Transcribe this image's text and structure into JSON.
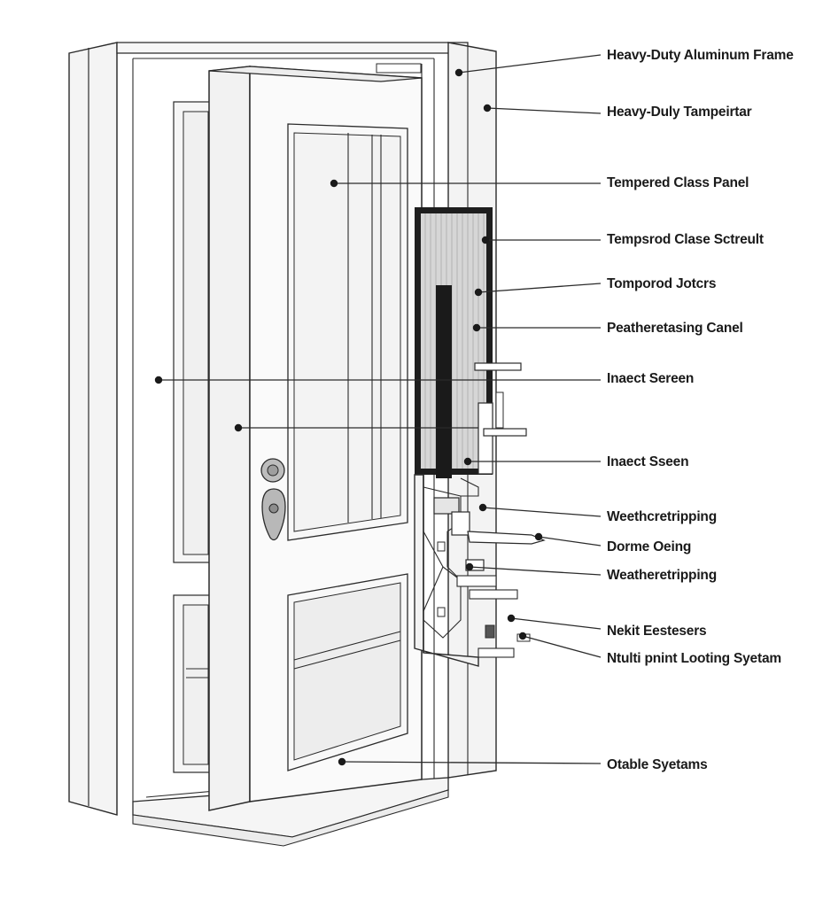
{
  "labels": [
    "Heavy-Duty Aluminum Frame",
    "Heavy-Duly Tampeirtar",
    "Tempered Class Panel",
    "Tempsrod Clase Sctreult",
    "Tomporod Jotcrs",
    "Peatheretasing Canel",
    "Inaect Sereen",
    "Inaect Sseen",
    "Weethcretripping",
    "Dorme Oeing",
    "Weatheretripping",
    "Nekit Eestesers",
    "Ntulti pnint Looting Syetam",
    "Otable Syetams"
  ],
  "colors": {
    "line": "#2b2b2b",
    "frame_fill": "#f7f7f7",
    "glass_fill": "#f2f2f2",
    "screen_fill": "#d9d9d9",
    "background": "#ffffff"
  }
}
